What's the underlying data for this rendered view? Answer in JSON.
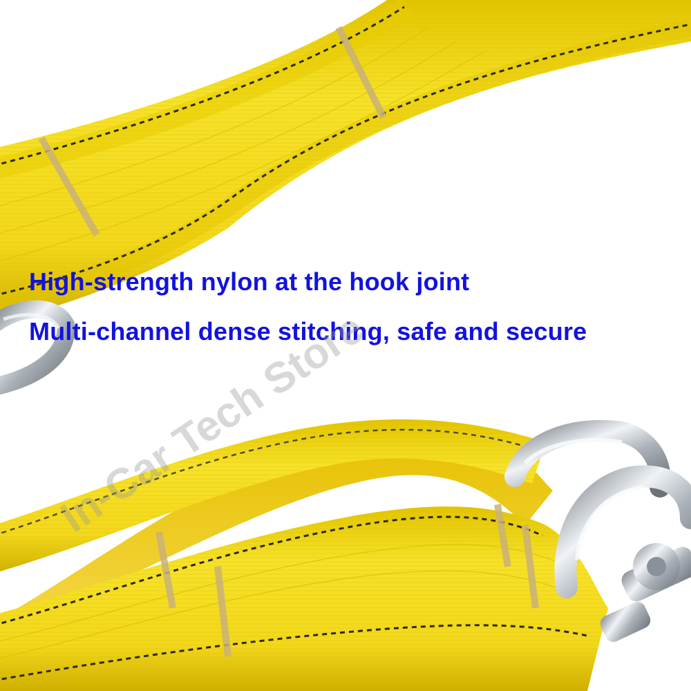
{
  "captions": {
    "line1": "High-strength nylon at the hook joint",
    "line2": "Multi-channel dense stitching, safe and secure"
  },
  "watermark": "In-Car Tech Store",
  "colors": {
    "caption_text": "#1212e0",
    "watermark_text": "#9a9a9a",
    "strap_yellow": "#f5dc1e",
    "strap_shadow": "#d9b800",
    "stitch_dark": "#2a2a1a",
    "stitch_tan": "#c9b27a",
    "shackle_metal": "#a9b0b6",
    "shackle_highlight": "#eef2f5",
    "background": "#ffffff"
  },
  "objects": [
    "upper-strap",
    "upper-shackle",
    "lower-strap-loop",
    "lower-shackle-front",
    "lower-shackle-back"
  ]
}
